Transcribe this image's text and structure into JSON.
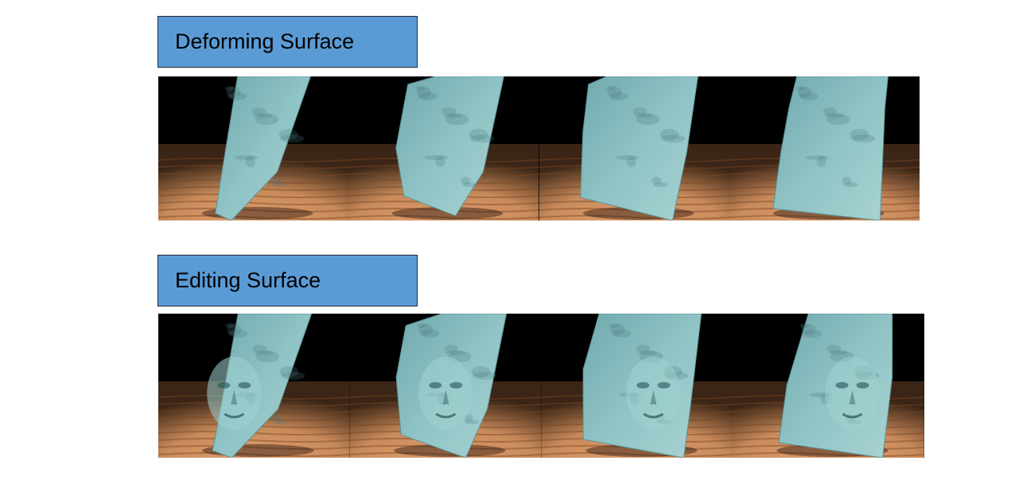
{
  "sections": [
    {
      "label": "Deforming Surface",
      "frames": [
        {
          "name": "frame-1",
          "face": false
        },
        {
          "name": "frame-2",
          "face": false
        },
        {
          "name": "frame-3",
          "face": false
        },
        {
          "name": "frame-4",
          "face": false
        }
      ]
    },
    {
      "label": "Editing Surface",
      "frames": [
        {
          "name": "frame-1",
          "face": true
        },
        {
          "name": "frame-2",
          "face": true
        },
        {
          "name": "frame-3",
          "face": true
        },
        {
          "name": "frame-4",
          "face": true
        }
      ]
    }
  ],
  "colors": {
    "label_fill": "#5b9bd5",
    "label_border": "#1f2a36",
    "background": "#000000",
    "floor": "#c98a5a",
    "surface": "#8fc3c5"
  }
}
